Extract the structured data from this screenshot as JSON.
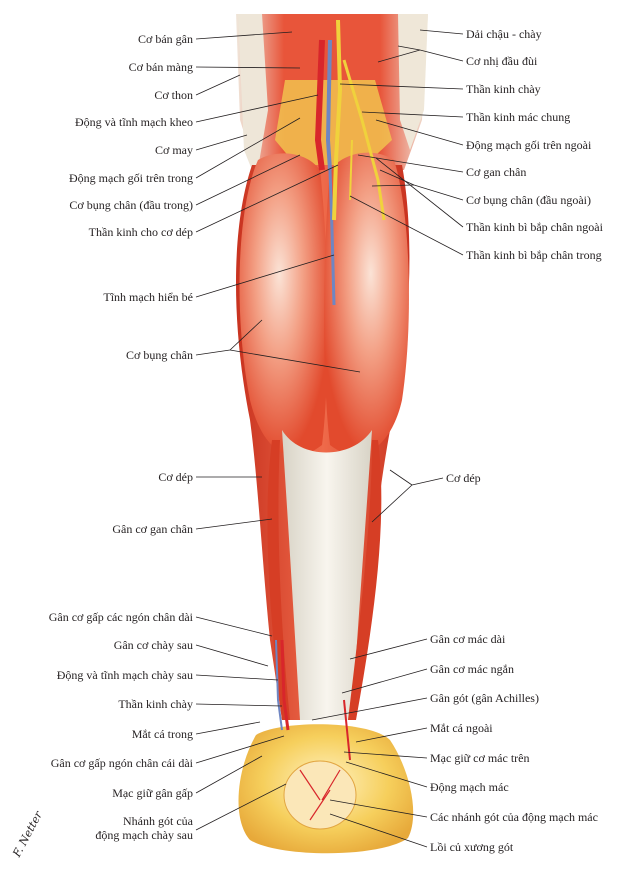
{
  "labels_left": [
    "Cơ bán gân",
    "Cơ bán màng",
    "Cơ thon",
    "Động và tĩnh mạch kheo",
    "Cơ may",
    "Động mạch gối trên trong",
    "Cơ bụng chân (đầu trong)",
    "Thần kinh cho cơ dép",
    "Tĩnh mạch hiển bé",
    "Cơ bụng chân",
    "Cơ dép",
    "Gân cơ gan chân",
    "Gân cơ gấp các ngón chân dài",
    "Gân cơ chày sau",
    "Động và tĩnh mạch chày sau",
    "Thần kinh chày",
    "Mắt cá trong",
    "Gân cơ gấp ngón chân cái dài",
    "Mạc giữ gân gấp",
    "Nhánh gót của",
    "động mạch chày sau"
  ],
  "labels_right": [
    "Dải chậu - chày",
    "Cơ nhị đầu đùi",
    "Thần kinh chày",
    "Thần kinh mác chung",
    "Động mạch gối trên ngoài",
    "Cơ gan chân",
    "Cơ bụng chân (đầu ngoài)",
    "Thần kinh bì bắp chân ngoài",
    "Thần kinh bì bắp chân trong",
    "Cơ dép",
    "Gân cơ mác dài",
    "Gân cơ mác ngắn",
    "Gân gót (gân Achilles)",
    "Mắt cá ngoài",
    "Mạc giữ cơ mác trên",
    "Động mạch mác",
    "Các nhánh gót của động mạch mác",
    "Lồi củ xương gót"
  ],
  "signature": "F. Netter",
  "colors": {
    "muscle": "#e8553a",
    "muscle_dark": "#c8321f",
    "muscle_light": "#f4a48a",
    "tendon": "#f3efe6",
    "fat": "#f2c64a",
    "nerve": "#f0d23c",
    "artery": "#d8262b",
    "vein": "#6f86c2",
    "text": "#231f20"
  }
}
